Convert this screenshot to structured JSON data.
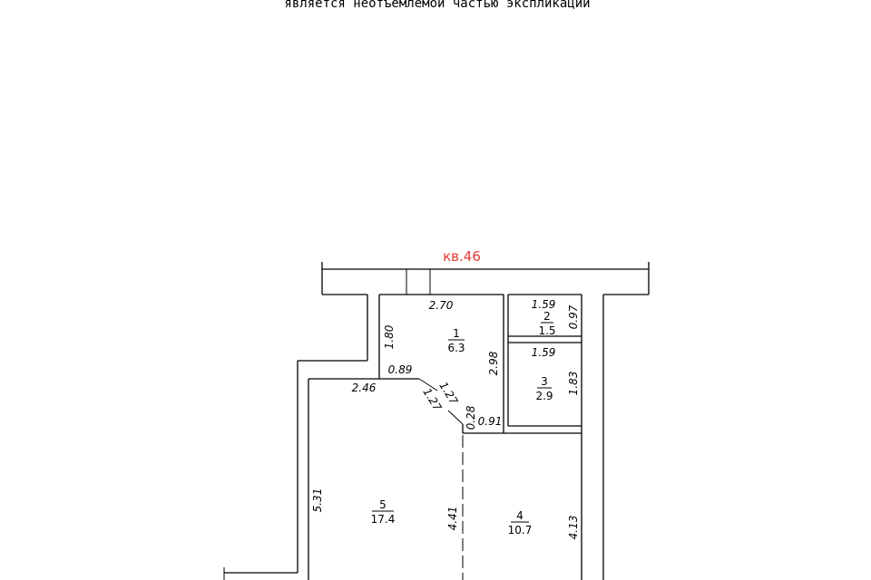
{
  "header_note": "является неотъемлемой частью экспликации",
  "apartment_label": "кв.46",
  "rooms": [
    {
      "number": "1",
      "area": "6.3"
    },
    {
      "number": "2",
      "area": "1.5"
    },
    {
      "number": "3",
      "area": "2.9"
    },
    {
      "number": "4",
      "area": "10.7"
    },
    {
      "number": "5",
      "area": "17.4"
    }
  ],
  "dimensions": {
    "r1_width": "2.70",
    "r1_height": "1.80",
    "r1_partition": "2.98",
    "r2_width": "1.59",
    "r2_height": "0.97",
    "r3_width": "1.59",
    "r3_height": "1.83",
    "corridor_width": "0.89",
    "diag_a": "1.27",
    "diag_b": "1.27",
    "r5_top": "2.46",
    "r5_height": "5.31",
    "partition_height": "4.41",
    "r4_height": "4.13",
    "small_a": "0.28",
    "small_b": "0.91"
  }
}
